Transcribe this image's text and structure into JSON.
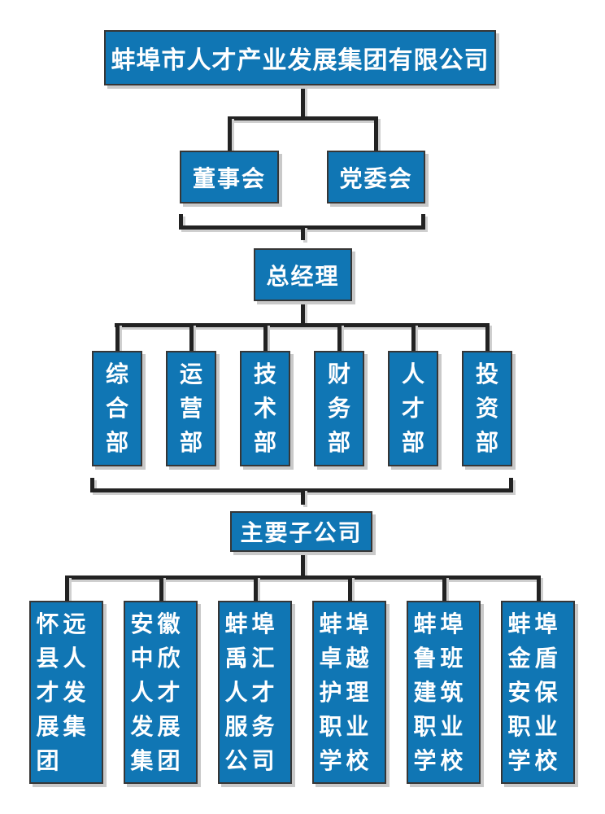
{
  "org_chart": {
    "root": "蚌埠市人才产业发展集团有限公司",
    "governance": [
      "董事会",
      "党委会"
    ],
    "general_manager": "总经理",
    "departments": [
      "综合部",
      "运营部",
      "技术部",
      "财务部",
      "人才部",
      "投资部"
    ],
    "subsidiaries_group": "主要子公司",
    "subsidiaries": [
      "怀远县人才发展集团",
      "安徽中欣人才发展集团",
      "蚌埠禹汇人才服务公司",
      "蚌埠卓越护理职业学校",
      "蚌埠鲁班建筑职业学校",
      "蚌埠金盾安保职业学校"
    ]
  },
  "colors": {
    "box_fill": "#1076b4",
    "box_border": "#363636",
    "connector_line": "#222222",
    "shadow": "#c9c9c9",
    "text": "#ffffff",
    "background": "#ffffff"
  }
}
